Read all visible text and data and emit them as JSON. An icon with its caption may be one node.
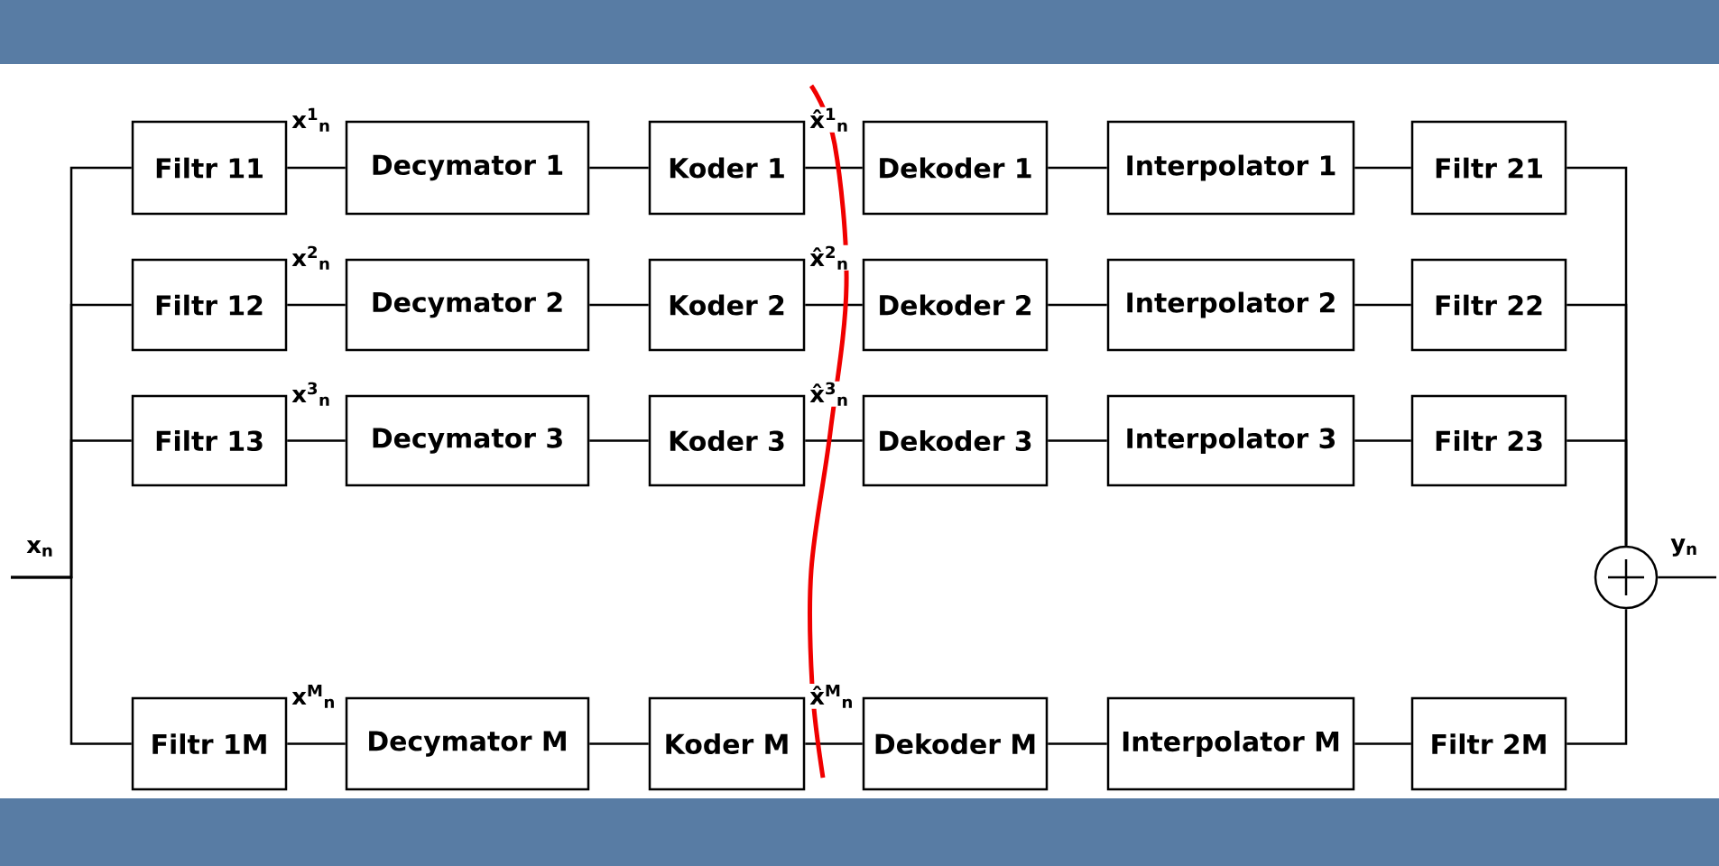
{
  "diagram": {
    "nodes": [
      {
        "text": [
          "Filtr 11"
        ]
      },
      {
        "text": [
          "Decymator 1"
        ]
      },
      {
        "text": [
          "Koder 1"
        ]
      },
      {
        "text": [
          "Dekoder 1"
        ]
      },
      {
        "text": [
          "Interpolator 1"
        ]
      },
      {
        "text": [
          "Filtr 21"
        ]
      },
      {
        "text": [
          "Filtr 12"
        ]
      },
      {
        "text": [
          "Decymator 2"
        ]
      },
      {
        "text": [
          "Koder 2"
        ]
      },
      {
        "text": [
          "Dekoder 2"
        ]
      },
      {
        "text": [
          "Interpolator 2"
        ]
      },
      {
        "text": [
          "Filtr 22"
        ]
      },
      {
        "text": [
          "Filtr 13"
        ]
      },
      {
        "text": [
          "Decymator 3"
        ]
      },
      {
        "text": [
          "Koder 3"
        ]
      },
      {
        "text": [
          "Dekoder 3"
        ]
      },
      {
        "text": [
          "Interpolator 3"
        ]
      },
      {
        "text": [
          "Filtr 23"
        ]
      },
      {
        "text": [
          "Filtr 1M"
        ]
      },
      {
        "text": [
          "Decymator M"
        ]
      },
      {
        "text": [
          "Koder M"
        ]
      },
      {
        "text": [
          "Dekoder M"
        ]
      },
      {
        "text": [
          "Interpolator M"
        ]
      },
      {
        "text": [
          "Filtr 2M"
        ]
      },
      {
        "text": [],
        "shape": "circle"
      }
    ],
    "edges": [
      {
        "from": null,
        "to": 0,
        "arrow": "none"
      },
      {
        "from": null,
        "to": 6,
        "arrow": "none"
      },
      {
        "from": null,
        "to": 12,
        "arrow": "none"
      },
      {
        "from": null,
        "to": 18,
        "arrow": "none"
      },
      {
        "from": 0,
        "to": 1,
        "arrow": "none"
      },
      {
        "from": 1,
        "to": 2,
        "arrow": "none"
      },
      {
        "from": 2,
        "to": 3,
        "arrow": "none"
      },
      {
        "from": 3,
        "to": 4,
        "arrow": "none"
      },
      {
        "from": 4,
        "to": 5,
        "arrow": "none"
      },
      {
        "from": 6,
        "to": 7,
        "arrow": "none"
      },
      {
        "from": 7,
        "to": 8,
        "arrow": "none"
      },
      {
        "from": 8,
        "to": 9,
        "arrow": "none"
      },
      {
        "from": 9,
        "to": 10,
        "arrow": "none"
      },
      {
        "from": 10,
        "to": 11,
        "arrow": "none"
      },
      {
        "from": 12,
        "to": 13,
        "arrow": "none"
      },
      {
        "from": 13,
        "to": 14,
        "arrow": "none"
      },
      {
        "from": 14,
        "to": 15,
        "arrow": "none"
      },
      {
        "from": 15,
        "to": 16,
        "arrow": "none"
      },
      {
        "from": 16,
        "to": 17,
        "arrow": "none"
      },
      {
        "from": 18,
        "to": 19,
        "arrow": "none"
      },
      {
        "from": 19,
        "to": 20,
        "arrow": "none"
      },
      {
        "from": 20,
        "to": 21,
        "arrow": "none"
      },
      {
        "from": 21,
        "to": 22,
        "arrow": "none"
      },
      {
        "from": 22,
        "to": 23,
        "arrow": "none"
      },
      {
        "from": 5,
        "to": 24,
        "arrow": "none"
      },
      {
        "from": 11,
        "to": 24,
        "arrow": "none"
      },
      {
        "from": 17,
        "to": 24,
        "arrow": "none"
      },
      {
        "from": 23,
        "to": 24,
        "arrow": "none"
      },
      {
        "from": 24,
        "to": null,
        "arrow": "none"
      }
    ],
    "labels": [
      "x$^{1}$$_{n}$",
      "x̂$^{1}$$_{n}$",
      "x$^{2}$$_{n}$",
      "x̂$^{2}$$_{n}$",
      "x$^{3}$$_{n}$",
      "x̂$^{3}$$_{n}$",
      "x$_{n}$",
      "y$_{n}$",
      "x$^{M}$$_{n}$",
      "x̂$^{M}$$_{n}$"
    ]
  }
}
